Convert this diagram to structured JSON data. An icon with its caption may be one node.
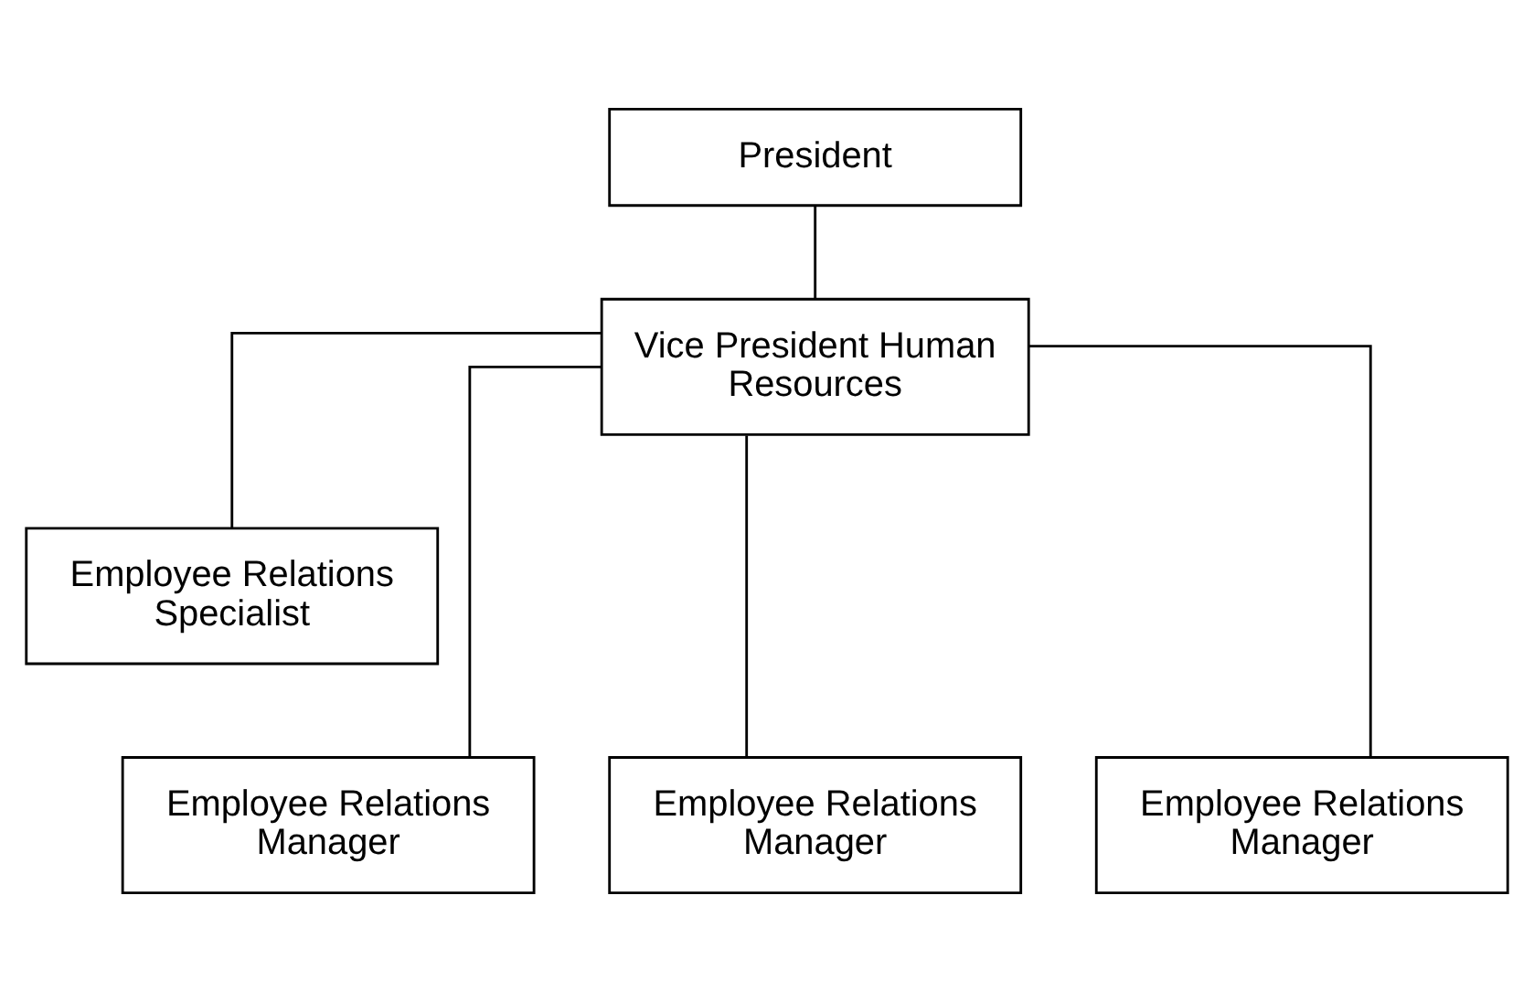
{
  "diagram": {
    "nodes": [
      {
        "text": [
          "President"
        ]
      },
      {
        "text": [
          "Vice President Human Resources"
        ]
      },
      {
        "text": [
          "Employee Relations Specialist"
        ]
      },
      {
        "text": [
          "Employee Relations Manager"
        ]
      },
      {
        "text": [
          "Employee Relations Manager"
        ]
      },
      {
        "text": [
          "Employee Relations Manager"
        ]
      }
    ],
    "edges": [
      {
        "from": 0,
        "to": 1,
        "arrow": "none"
      },
      {
        "from": 1,
        "to": 2,
        "arrow": "none"
      },
      {
        "from": 1,
        "to": 3,
        "arrow": "none"
      },
      {
        "from": 1,
        "to": 4,
        "arrow": "none"
      },
      {
        "from": 1,
        "to": 5,
        "arrow": "none"
      }
    ]
  }
}
